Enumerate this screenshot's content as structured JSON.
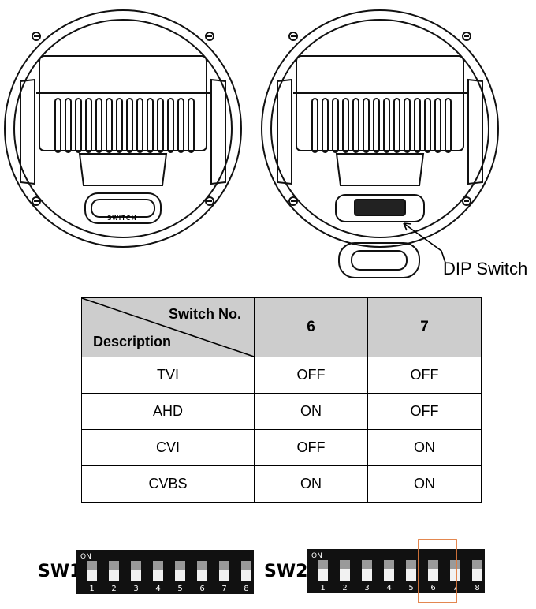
{
  "device": {
    "switch_text": "SWITCH",
    "callout_label": "DIP Switch"
  },
  "table": {
    "header_top": "Switch No.",
    "header_bottom": "Description",
    "columns": [
      "6",
      "7"
    ],
    "rows": [
      {
        "mode": "TVI",
        "sw6": "OFF",
        "sw7": "OFF"
      },
      {
        "mode": "AHD",
        "sw6": "ON",
        "sw7": "OFF"
      },
      {
        "mode": "CVI",
        "sw6": "OFF",
        "sw7": "ON"
      },
      {
        "mode": "CVBS",
        "sw6": "ON",
        "sw7": "ON"
      }
    ]
  },
  "dip_switches": {
    "sw1": {
      "label": "SW1",
      "on_text": "ON",
      "positions": [
        "1",
        "2",
        "3",
        "4",
        "5",
        "6",
        "7",
        "8"
      ]
    },
    "sw2": {
      "label": "SW2",
      "on_text": "ON",
      "positions": [
        "1",
        "2",
        "3",
        "4",
        "5",
        "6",
        "7",
        "8"
      ]
    },
    "highlight_color": "#e07a3c"
  }
}
